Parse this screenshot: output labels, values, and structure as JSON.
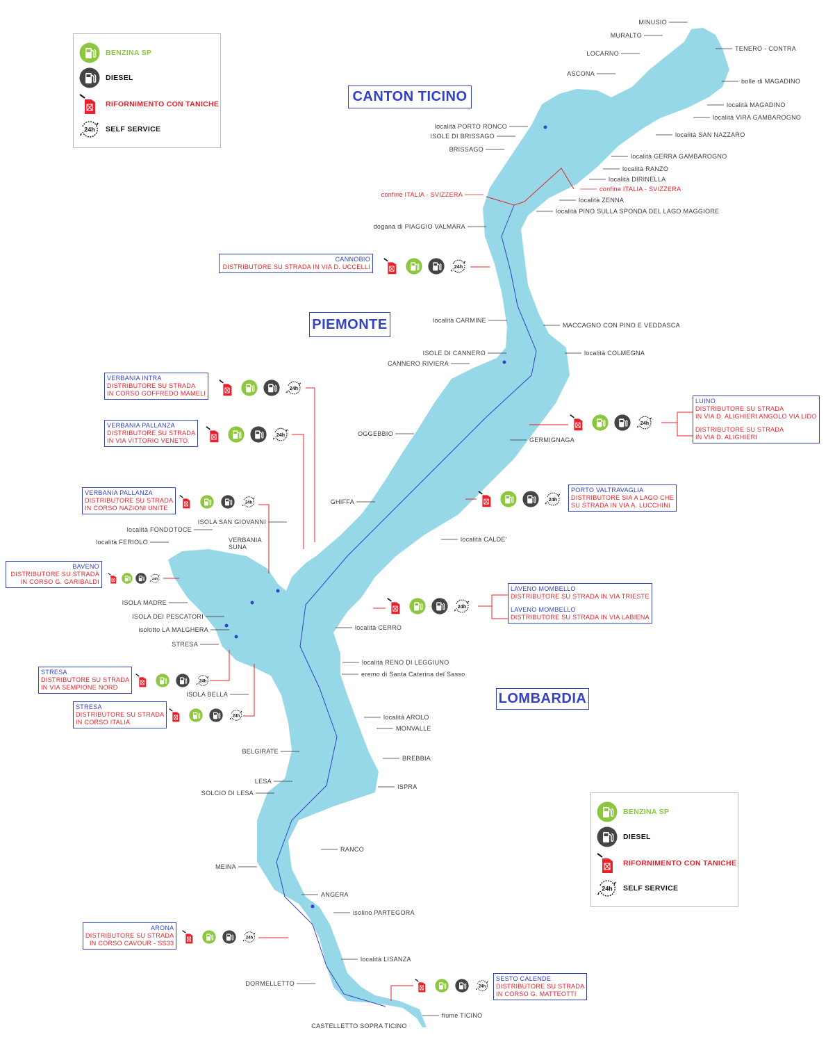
{
  "colors": {
    "lake": "#97d8e8",
    "green": "#8dc63f",
    "dark": "#444444",
    "red": "#e8202a",
    "blue": "#3340c8"
  },
  "legend": {
    "items": [
      {
        "icon": "green-pump-icon",
        "label": "BENZINA SP",
        "color": "#8dc63f"
      },
      {
        "icon": "dark-pump-icon",
        "label": "DIESEL",
        "color": "#111111"
      },
      {
        "icon": "jerrycan-icon",
        "label": "RIFORNIMENTO CON TANICHE",
        "color": "#e8202a"
      },
      {
        "icon": "clock-24h-icon",
        "label": "SELF SERVICE",
        "color": "#111111"
      }
    ]
  },
  "regions": {
    "ticino": "CANTON TICINO",
    "piemonte": "PIEMONTE",
    "lombardia": "LOMBARDIA"
  },
  "places": [
    {
      "text": "MINUSIO"
    },
    {
      "text": "MURALTO"
    },
    {
      "text": "LOCARNO"
    },
    {
      "text": "ASCONA"
    },
    {
      "text": "TENERO - CONTRA"
    },
    {
      "text": "bolle di MAGADINO"
    },
    {
      "text": "località MAGADINO"
    },
    {
      "text": "località VIRA GAMBAROGNO"
    },
    {
      "text": "località SAN NAZZARO"
    },
    {
      "text": "località PORTO RONCO"
    },
    {
      "text": "ISOLE DI BRISSAGO"
    },
    {
      "text": "BRISSAGO"
    },
    {
      "text": "località GERRA GAMBAROGNO"
    },
    {
      "text": "località RANZO"
    },
    {
      "text": "località DIRINELLA"
    },
    {
      "text": "confine ITALIA - SVIZZERA",
      "red": true
    },
    {
      "text": "località ZENNA"
    },
    {
      "text": "località PINO SULLA SPONDA DEL LAGO MAGGIORE"
    },
    {
      "text": "confine ITALIA - SVIZZERA",
      "red": true
    },
    {
      "text": "dogana di PIAGGIO VALMARA"
    },
    {
      "text": "località CARMINE"
    },
    {
      "text": "MACCAGNO CON PINO E VEDDASCA"
    },
    {
      "text": "ISOLE DI CANNERO"
    },
    {
      "text": "CANNERO RIVIERA"
    },
    {
      "text": "località COLMEGNA"
    },
    {
      "text": "OGGEBBIO"
    },
    {
      "text": "GERMIGNAGA"
    },
    {
      "text": "GHIFFA"
    },
    {
      "text": "località CALDE'"
    },
    {
      "text": "ISOLA SAN GIOVANNI"
    },
    {
      "text": "località FONDOTOCE"
    },
    {
      "text": "località FERIOLO"
    },
    {
      "text": "VERBANIA"
    },
    {
      "text": "SUNA"
    },
    {
      "text": "ISOLA MADRE"
    },
    {
      "text": "ISOLA DEI PESCATORI"
    },
    {
      "text": "isolotto LA MALGHERA"
    },
    {
      "text": "STRESA"
    },
    {
      "text": "località CERRO"
    },
    {
      "text": "località RENO DI LEGGIUNO"
    },
    {
      "text": "eremo di Santa Caterina del Sasso"
    },
    {
      "text": "ISOLA BELLA"
    },
    {
      "text": "località AROLO"
    },
    {
      "text": "MONVALLE"
    },
    {
      "text": "BELGIRATE"
    },
    {
      "text": "BREBBIA"
    },
    {
      "text": "LESA"
    },
    {
      "text": "ISPRA"
    },
    {
      "text": "SOLCIO DI LESA"
    },
    {
      "text": "RANCO"
    },
    {
      "text": "MEINA"
    },
    {
      "text": "ANGERA"
    },
    {
      "text": "isolino PARTEGORA"
    },
    {
      "text": "località LISANZA"
    },
    {
      "text": "DORMELLETTO"
    },
    {
      "text": "CASTELLETTO SOPRA TICINO"
    },
    {
      "text": "fiume TICINO"
    }
  ],
  "stations": [
    {
      "entries": [
        {
          "name": "CANNOBIO",
          "lines": [
            "DISTRIBUTORE SU STRADA IN VIA D. UCCELLI"
          ]
        }
      ]
    },
    {
      "entries": [
        {
          "name": "VERBANIA INTRA",
          "lines": [
            "DISTRIBUTORE SU STRADA",
            "IN CORSO GOFFREDO MAMELI"
          ]
        }
      ]
    },
    {
      "entries": [
        {
          "name": "VERBANIA PALLANZA",
          "lines": [
            "DISTRIBUTORE SU STRADA",
            "IN VIA VITTORIO VENETO"
          ]
        }
      ]
    },
    {
      "entries": [
        {
          "name": "VERBANIA PALLANZA",
          "lines": [
            "DISTRIBUTORE SU STRADA",
            "IN CORSO NAZIONI UNITE"
          ]
        }
      ]
    },
    {
      "entries": [
        {
          "name": "BAVENO",
          "lines": [
            "DISTRIBUTORE SU STRADA",
            "IN CORSO G. GARIBALDI"
          ]
        }
      ]
    },
    {
      "entries": [
        {
          "name": "STRESA",
          "lines": [
            "DISTRIBUTORE SU STRADA",
            "IN VIA SEMPIONE NORD"
          ]
        }
      ]
    },
    {
      "entries": [
        {
          "name": "STRESA",
          "lines": [
            "DISTRIBUTORE SU STRADA",
            "IN CORSO ITALIA"
          ]
        }
      ]
    },
    {
      "entries": [
        {
          "name": "ARONA",
          "lines": [
            "DISTRIBUTORE SU STRADA",
            "IN CORSO CAVOUR - SS33"
          ]
        }
      ]
    },
    {
      "entries": [
        {
          "name": "SESTO CALENDE",
          "lines": [
            "DISTRIBUTORE SU STRADA",
            "IN CORSO G. MATTEOTTI"
          ]
        }
      ]
    },
    {
      "entries": [
        {
          "name": "LUINO",
          "lines": [
            "DISTRIBUTORE SU STRADA",
            "IN VIA D. ALIGHIERI ANGOLO VIA LIDO"
          ]
        },
        {
          "name": "",
          "lines": [
            "DISTRIBUTORE SU STRADA",
            "IN VIA D. ALIGHIERI"
          ]
        }
      ]
    },
    {
      "entries": [
        {
          "name": "PORTO VALTRAVAGLIA",
          "lines": [
            "DISTRIBUTORE SIA A LAGO CHE",
            "SU STRADA IN VIA A. LUCCHINI"
          ]
        }
      ]
    },
    {
      "entries": [
        {
          "name": "LAVENO MOMBELLO",
          "lines": [
            "DISTRIBUTORE SU STRADA IN VIA TRIESTE"
          ]
        },
        {
          "name": "LAVENO MOMBELLO",
          "lines": [
            "DISTRIBUTORE SU STRADA IN VIA LABIENA"
          ]
        }
      ]
    }
  ]
}
